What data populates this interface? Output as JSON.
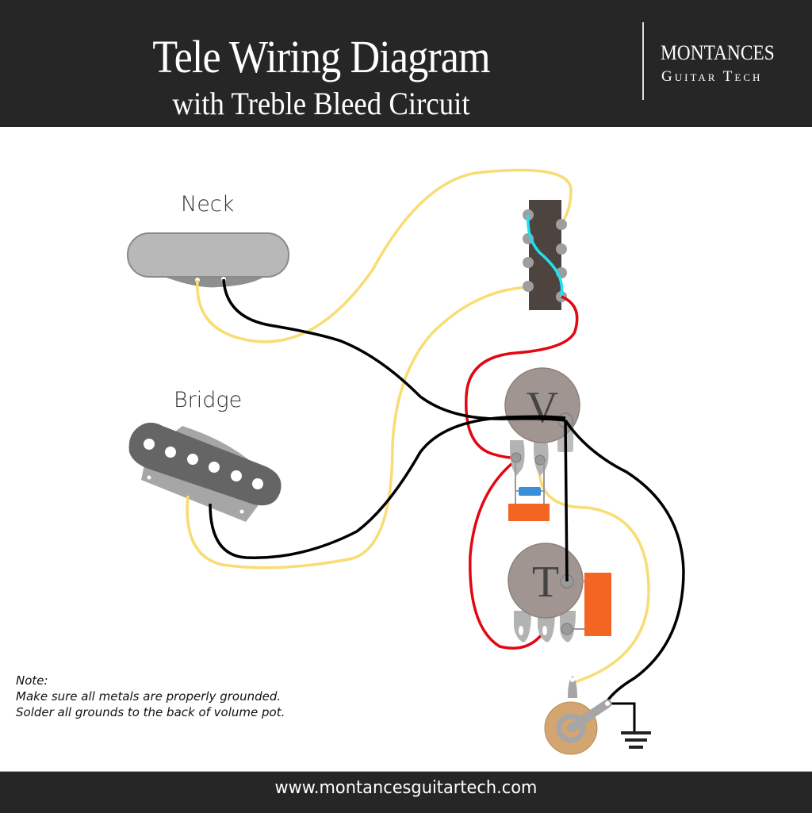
{
  "header": {
    "title": "Tele Wiring Diagram",
    "subtitle": "with Treble Bleed Circuit",
    "brand_name": "MONTANCES",
    "brand_tagline": "Guitar Tech"
  },
  "components": {
    "neck_pickup_label": "Neck",
    "bridge_pickup_label": "Bridge",
    "volume_pot_letter": "V",
    "tone_pot_letter": "T"
  },
  "note": {
    "heading": "Note:",
    "line1": "Make sure all metals are properly grounded.",
    "line2": "Solder all grounds to the back of volume pot."
  },
  "footer": {
    "url": "www.montancesguitartech.com"
  },
  "colors": {
    "header_bg": "#262626",
    "wire_hot": "#f8dc74",
    "wire_ground": "#000000",
    "wire_red": "#e30613",
    "wire_jumper": "#22e0ee",
    "switch_body": "#4d4440",
    "pot_body": "#a09590",
    "tone_cap": "#f26522",
    "bleed_resistor": "#3b8fd9",
    "jack_body": "#d3a570"
  }
}
